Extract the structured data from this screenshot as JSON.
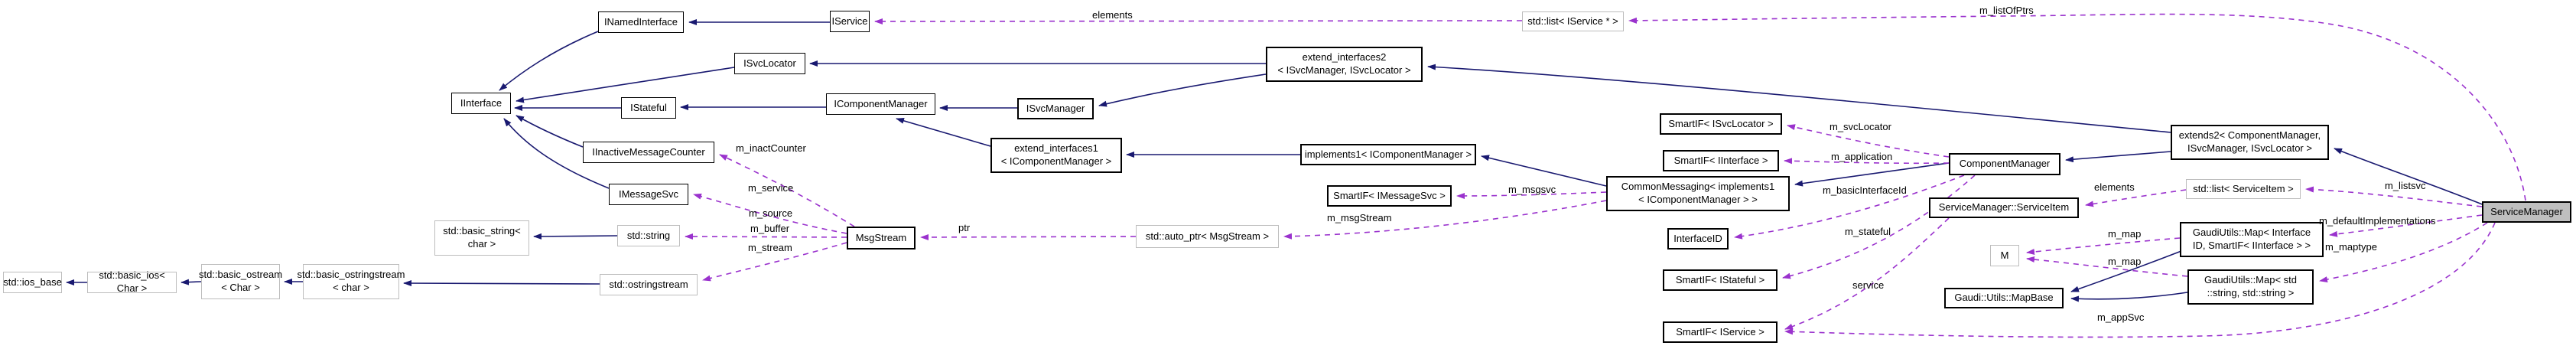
{
  "diagram": {
    "kind": "doxygen-collaboration-graph",
    "colors": {
      "inheritance_edge": "#191970",
      "usage_edge": "#9a32cd",
      "class_border": "#000000",
      "external_border": "#bdbdbd",
      "focus_fill": "#bfbfbf",
      "background": "#ffffff"
    },
    "nodes": [
      {
        "id": "iinterface",
        "label": "IInterface"
      },
      {
        "id": "inamedinterface",
        "label": "INamedInterface"
      },
      {
        "id": "iservice",
        "label": "IService"
      },
      {
        "id": "list-iservice-ptr",
        "label": "std::list< IService * >"
      },
      {
        "id": "isvclocator",
        "label": "ISvcLocator"
      },
      {
        "id": "extend-interfaces2",
        "label": "extend_interfaces2\n< ISvcManager, ISvcLocator >"
      },
      {
        "id": "istateful",
        "label": "IStateful"
      },
      {
        "id": "icomponentmanager",
        "label": "IComponentManager"
      },
      {
        "id": "isvcmanager",
        "label": "ISvcManager"
      },
      {
        "id": "extend-interfaces1",
        "label": "extend_interfaces1\n< IComponentManager >"
      },
      {
        "id": "implements1",
        "label": "implements1< IComponentManager >"
      },
      {
        "id": "iinactivemessagecounter",
        "label": "IInactiveMessageCounter"
      },
      {
        "id": "imessagesvc",
        "label": "IMessageSvc"
      },
      {
        "id": "smartif-imessagesvc",
        "label": "SmartIF< IMessageSvc >"
      },
      {
        "id": "commonmessaging",
        "label": "CommonMessaging< implements1\n< IComponentManager > >"
      },
      {
        "id": "smartif-isvclocator",
        "label": "SmartIF< ISvcLocator >"
      },
      {
        "id": "smartif-iinterface",
        "label": "SmartIF< IInterface >"
      },
      {
        "id": "componentmanager",
        "label": "ComponentManager"
      },
      {
        "id": "extends2",
        "label": "extends2< ComponentManager,\nISvcManager, ISvcLocator >"
      },
      {
        "id": "list-serviceitem",
        "label": "std::list< ServiceItem >"
      },
      {
        "id": "servicemanager-serviceitem",
        "label": "ServiceManager::ServiceItem"
      },
      {
        "id": "servicemanager",
        "label": "ServiceManager"
      },
      {
        "id": "interfaceid",
        "label": "InterfaceID"
      },
      {
        "id": "smartif-istateful",
        "label": "SmartIF< IStateful >"
      },
      {
        "id": "smartif-iservice",
        "label": "SmartIF< IService >"
      },
      {
        "id": "m",
        "label": "M"
      },
      {
        "id": "gaudi-utils-mapbase",
        "label": "Gaudi::Utils::MapBase"
      },
      {
        "id": "gaudiutils-map-interfaceid",
        "label": "GaudiUtils::Map< Interface\nID, SmartIF< IInterface > >"
      },
      {
        "id": "gaudiutils-map-string",
        "label": "GaudiUtils::Map< std\n::string, std::string >"
      },
      {
        "id": "msgstream",
        "label": "MsgStream"
      },
      {
        "id": "std-string",
        "label": "std::string"
      },
      {
        "id": "auto-ptr-msgstream",
        "label": "std::auto_ptr< MsgStream >"
      },
      {
        "id": "basic-string",
        "label": "std::basic_string<\nchar >"
      },
      {
        "id": "ostringstream",
        "label": "std::ostringstream"
      },
      {
        "id": "basic-ostringstream",
        "label": "std::basic_ostringstream\n< char >"
      },
      {
        "id": "basic-ostream",
        "label": "std::basic_ostream\n< Char >"
      },
      {
        "id": "basic-ios",
        "label": "std::basic_ios< Char >"
      },
      {
        "id": "ios-base",
        "label": "std::ios_base"
      }
    ],
    "edge_labels": [
      {
        "text": "elements"
      },
      {
        "text": "m_listOfPtrs"
      },
      {
        "text": "m_inactCounter"
      },
      {
        "text": "m_service"
      },
      {
        "text": "m_source"
      },
      {
        "text": "m_buffer"
      },
      {
        "text": "m_stream"
      },
      {
        "text": "ptr"
      },
      {
        "text": "m_msgStream"
      },
      {
        "text": "m_msgsvc"
      },
      {
        "text": "m_svcLocator"
      },
      {
        "text": "m_application"
      },
      {
        "text": "m_basicInterfaceId"
      },
      {
        "text": "m_stateful"
      },
      {
        "text": "service"
      },
      {
        "text": "elements"
      },
      {
        "text": "m_listsvc"
      },
      {
        "text": "m_defaultImplementations"
      },
      {
        "text": "m_maptype"
      },
      {
        "text": "m_map"
      },
      {
        "text": "m_map"
      },
      {
        "text": "m_appSvc"
      }
    ]
  }
}
